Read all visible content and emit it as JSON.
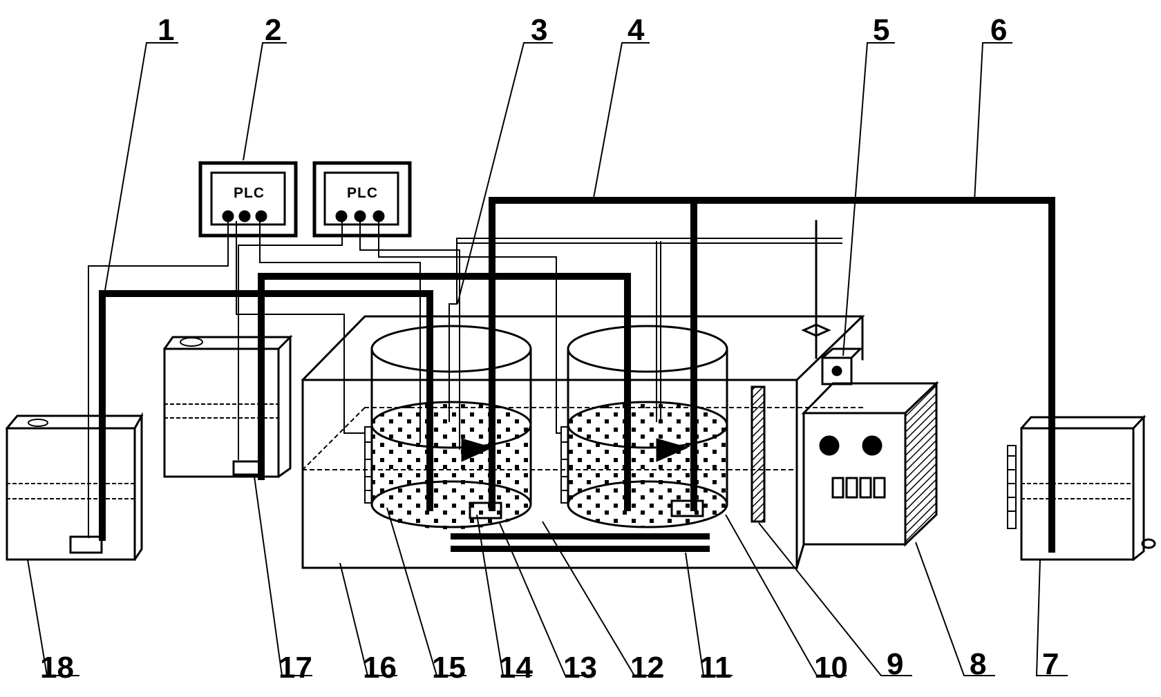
{
  "diagram": {
    "plc_panels": [
      {
        "label": "PLC"
      },
      {
        "label": "PLC"
      }
    ],
    "callouts": [
      "1",
      "2",
      "3",
      "4",
      "5",
      "6",
      "7",
      "8",
      "9",
      "10",
      "11",
      "12",
      "13",
      "14",
      "15",
      "16",
      "17",
      "18"
    ]
  },
  "colors": {
    "line": "#000000",
    "background": "#ffffff"
  }
}
